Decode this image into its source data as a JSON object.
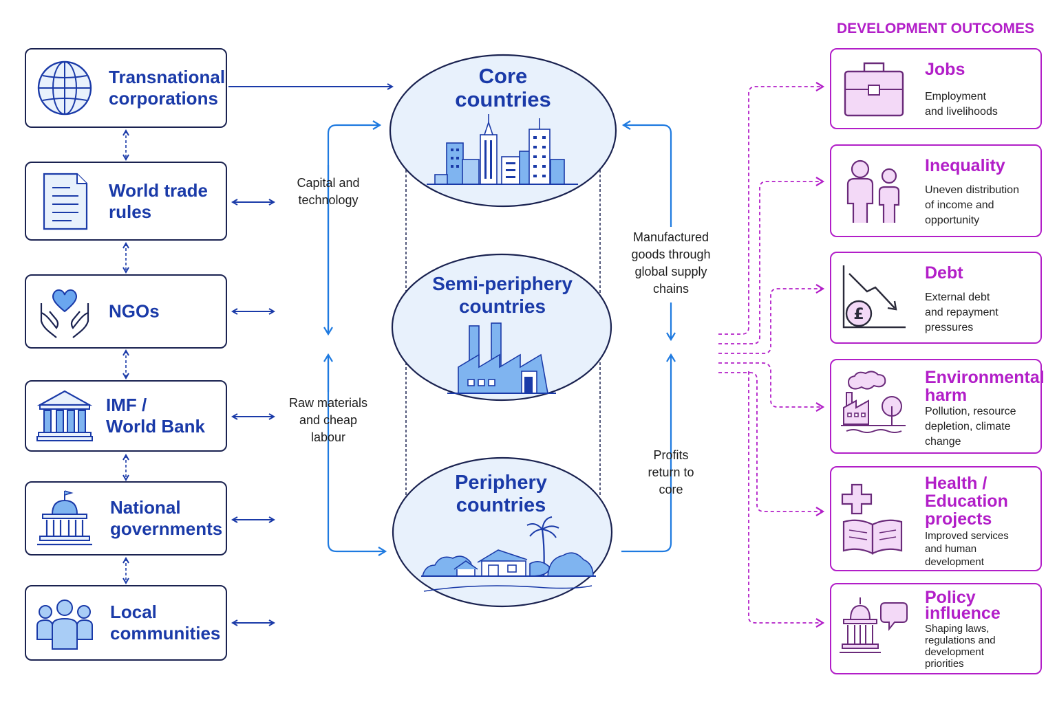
{
  "actors": [
    {
      "label": "Transnational\ncorporations",
      "icon": "globe-icon"
    },
    {
      "label": "World trade\nrules",
      "icon": "document-icon"
    },
    {
      "label": "NGOs",
      "icon": "heart-hands-icon"
    },
    {
      "label": "IMF /\nWorld Bank",
      "icon": "bank-icon"
    },
    {
      "label": "National\ngovernments",
      "icon": "capitol-icon"
    },
    {
      "label": "Local\ncommunities",
      "icon": "people-icon"
    }
  ],
  "zones": {
    "core": "Core\ncountries",
    "semi": "Semi-periphery\ncountries",
    "periphery": "Periphery\ncountries"
  },
  "flows": {
    "capital": "Capital and\ntechnology",
    "raw": "Raw materials\nand cheap\nlabour",
    "manufactured": "Manufactured\ngoods through\nglobal supply\nchains",
    "profits": "Profits\nreturn to\ncore"
  },
  "outcomes_header": "DEVELOPMENT OUTCOMES",
  "outcomes": [
    {
      "title": "Jobs",
      "desc": "Employment\nand livelihoods",
      "icon": "briefcase-icon"
    },
    {
      "title": "Inequality",
      "desc": "Uneven distribution\nof income and\nopportunity",
      "icon": "people-icon"
    },
    {
      "title": "Debt",
      "desc": "External debt\nand repayment\npressures",
      "icon": "debt-chart-icon"
    },
    {
      "title": "Environmental\nharm",
      "desc": "Pollution, resource\ndepletion, climate\nchange",
      "icon": "factory-pollution-icon"
    },
    {
      "title": "Health /\nEducation\nprojects",
      "desc": "Improved services\nand human\ndevelopment",
      "icon": "health-book-icon"
    },
    {
      "title": "Policy\ninfluence",
      "desc": "Shaping laws,\nregulations and\ndevelopment\npriorities",
      "icon": "capitol-speech-icon"
    }
  ],
  "colors": {
    "navy": "#1a2250",
    "blue": "#1a3aa8",
    "arrow": "#1e7ae0",
    "magenta": "#b21ec8",
    "fill": "#e6f0fc"
  }
}
